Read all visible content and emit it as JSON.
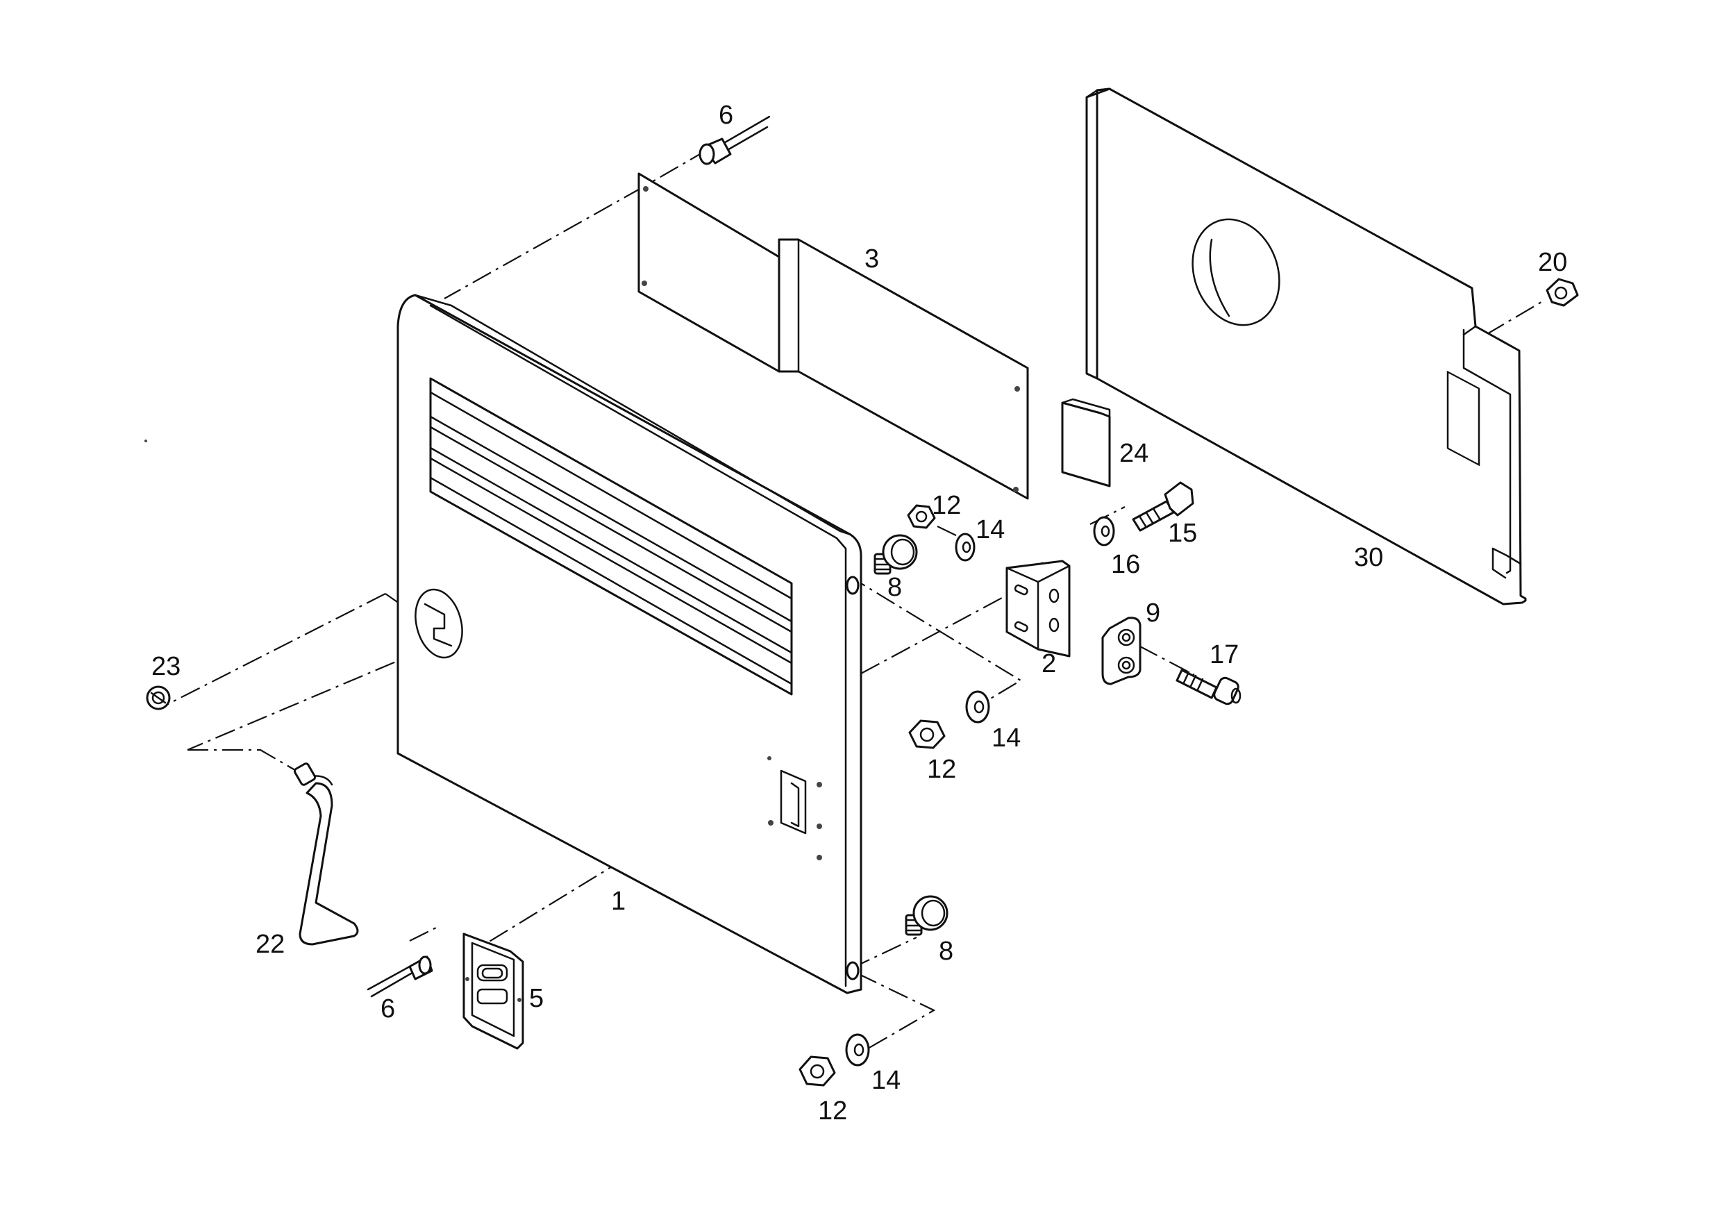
{
  "diagram": {
    "type": "exploded-parts-view",
    "callouts": {
      "part_1": "1",
      "part_2": "2",
      "part_3": "3",
      "part_5": "5",
      "part_6_top": "6",
      "part_6_bottom": "6",
      "part_8_upper": "8",
      "part_8_lower": "8",
      "part_9": "9",
      "part_12_a": "12",
      "part_12_b": "12",
      "part_12_c": "12",
      "part_14_a": "14",
      "part_14_b": "14",
      "part_14_c": "14",
      "part_15": "15",
      "part_16": "16",
      "part_17": "17",
      "part_20": "20",
      "part_22": "22",
      "part_23": "23",
      "part_24": "24",
      "part_30": "30"
    }
  }
}
